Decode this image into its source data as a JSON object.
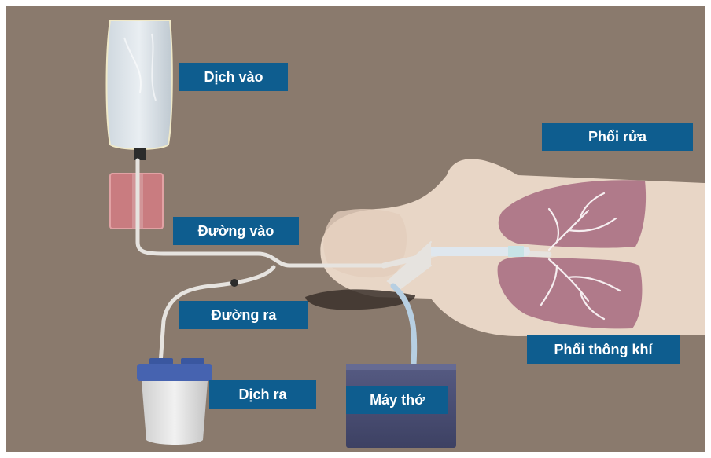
{
  "labels": {
    "dich_vao": "Dịch vào",
    "phoi_rua": "Phổi rửa",
    "duong_vao": "Đường vào",
    "duong_ra": "Đường ra",
    "dich_ra": "Dịch ra",
    "may_tho": "Máy thở",
    "phoi_thong_khi": "Phổi thông khí"
  },
  "colors": {
    "background": "#8a7a6d",
    "label_fill": "#0e5d8f",
    "label_text": "#ffffff",
    "lung": "#b07a8a",
    "skin": "#e8d6c6",
    "ventilator": "#4a4e72"
  }
}
